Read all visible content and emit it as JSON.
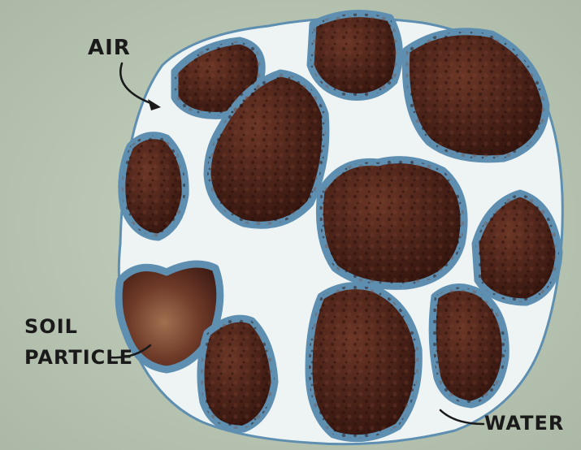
{
  "labels": {
    "air": "AIR",
    "soil_line1": "SOIL",
    "soil_line2": "PARTICLE",
    "water": "WATER"
  },
  "colors": {
    "background": "#bcc8b6",
    "air": "#eef3f3",
    "water": "#5f8fb0",
    "particle_dark": "#3a1812",
    "particle_mid": "#5a2c1f",
    "particle_light": "#8a5a3f",
    "ink": "#1a1a1a"
  }
}
